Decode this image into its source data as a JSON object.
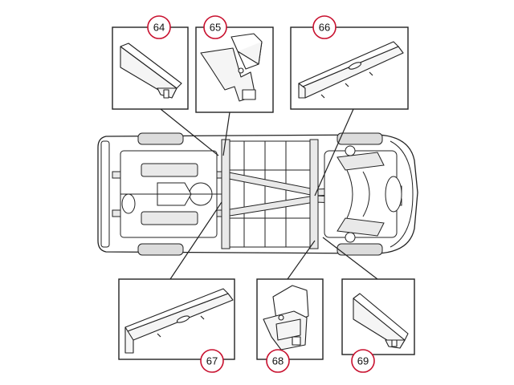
{
  "callouts": [
    {
      "id": "64",
      "label": "64"
    },
    {
      "id": "65",
      "label": "65"
    },
    {
      "id": "66",
      "label": "66"
    },
    {
      "id": "67",
      "label": "67"
    },
    {
      "id": "68",
      "label": "68"
    },
    {
      "id": "69",
      "label": "69"
    }
  ],
  "colors": {
    "callout_ring": "#c8102e",
    "line": "#222222",
    "background": "#ffffff"
  }
}
